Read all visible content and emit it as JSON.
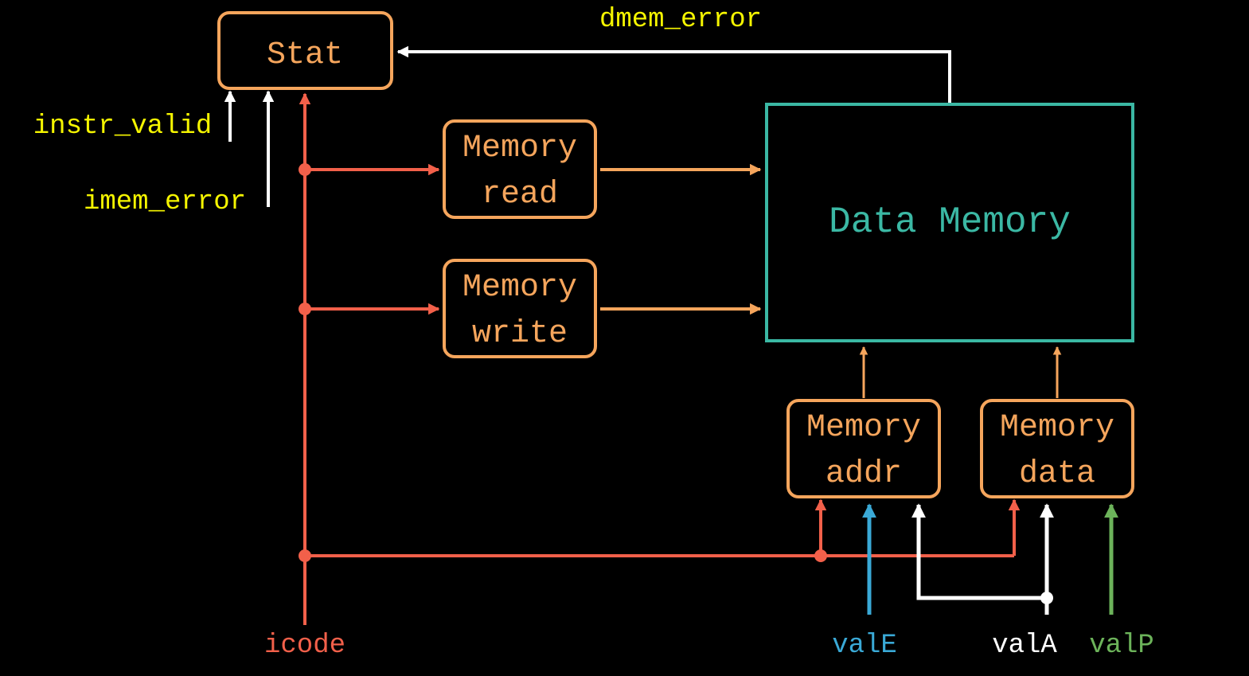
{
  "colors": {
    "background": "#000000",
    "block_border": "#f5a55c",
    "block_text": "#f5a55c",
    "data_memory": "#3bb8a4",
    "control_wire": "#f2604a",
    "signal_wire": "#ffffff",
    "signal_label": "#f5f500",
    "valE": "#3aa9d6",
    "valA": "#ffffff",
    "valP": "#6cb35a",
    "icode": "#f2604a"
  },
  "blocks": {
    "stat": {
      "line1": "Stat"
    },
    "memory_read": {
      "line1": "Memory",
      "line2": "read"
    },
    "memory_write": {
      "line1": "Memory",
      "line2": "write"
    },
    "data_memory": {
      "line1": "Data Memory"
    },
    "memory_addr": {
      "line1": "Memory",
      "line2": "addr"
    },
    "memory_data": {
      "line1": "Memory",
      "line2": "data"
    }
  },
  "signals": {
    "dmem_error": "dmem_error",
    "instr_valid": "instr_valid",
    "imem_error": "imem_error",
    "icode": "icode",
    "valE": "valE",
    "valA": "valA",
    "valP": "valP"
  }
}
